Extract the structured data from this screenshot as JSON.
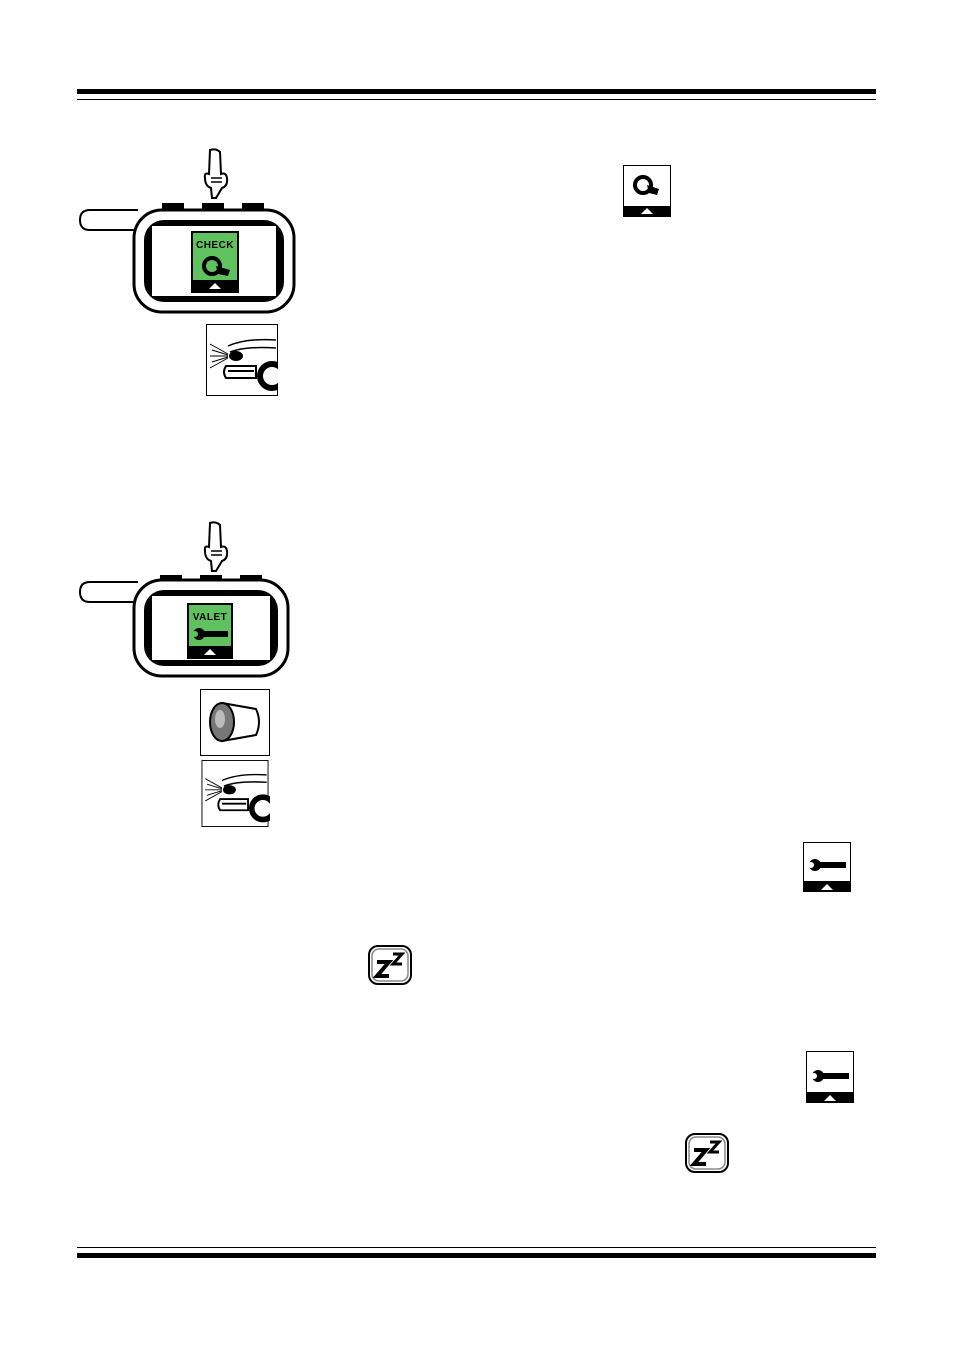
{
  "remotes": [
    {
      "id": "check",
      "screen_label": "CHECK",
      "screen_color": "#5fc25f",
      "screen_icon": "check-engine-icon"
    },
    {
      "id": "valet",
      "screen_label": "VALET",
      "screen_color": "#5fc25f",
      "screen_icon": "wrench-icon"
    }
  ],
  "icons": {
    "check_engine": "check-engine-icon",
    "parking_lights": "parking-lights-icon",
    "siren": "siren-icon",
    "wrench": "wrench-icon",
    "sleep": "sleep-zz-icon"
  },
  "colors": {
    "lcd_green": "#5fc25f",
    "ink": "#000000"
  }
}
